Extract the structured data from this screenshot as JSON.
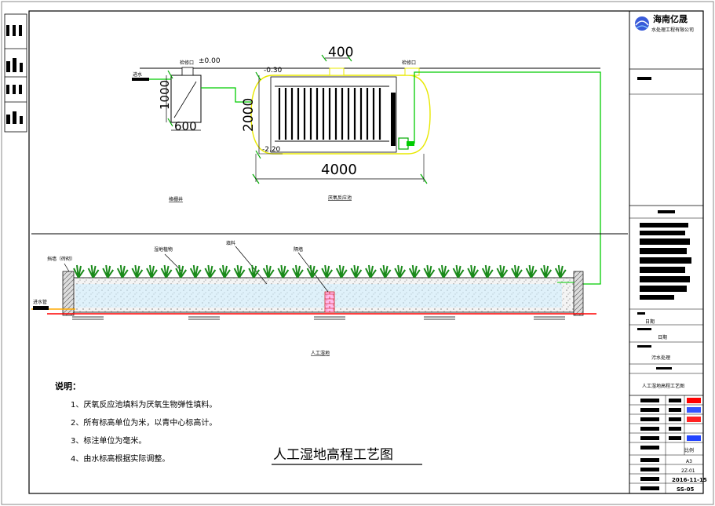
{
  "title_block": {
    "company_name": "海南亿晟",
    "company_sub": "水处理工程有限公司",
    "drawing_name": "人工湿地高程工艺图",
    "date": "2016-11-15",
    "sheet_no": "SS-05",
    "process_label": "污水处理",
    "small_row_1": "日期",
    "small_row_2": "日期",
    "scale_a": "比例",
    "scale_b": "A3",
    "rev_code": "2Z-01"
  },
  "tank_section": {
    "dim_top_opening": "400",
    "dim_tank_length": "4000",
    "dim_tank_height": "2000",
    "dim_well_height": "1000",
    "dim_well_width": "600",
    "elev_zero": "±0.00",
    "elev_tank_top": "-0.30",
    "elev_tank_bottom": "-2.20",
    "label_inlet": "进水",
    "label_manhole_1": "检修口",
    "label_manhole_2": "检修口",
    "caption_well": "格栅井",
    "caption_tank": "厌氧反应池"
  },
  "wetland_section": {
    "label_inlet_pipe": "进水管",
    "label_wall_left": "挡墙（砖砌）",
    "label_plants": "湿地植物",
    "label_filler": "填料",
    "label_wall_mid": "隔墙",
    "caption": "人工湿地"
  },
  "notes": {
    "heading": "说明：",
    "items": [
      "1、厌氧反应池填料为厌氧生物弹性填料。",
      "2、所有标高单位为米，以青中心标高计。",
      "3、标注单位为毫米。",
      "4、由水标高根据实际调整。"
    ]
  },
  "main_title": "人工湿地高程工艺图",
  "colors": {
    "frame": "#000000",
    "pipe_green": "#00cc00",
    "tank_yellow": "#e8e800",
    "water_cyan": "#7fd4ff",
    "base_red": "#ff0000",
    "accent_blue": "#0000ff",
    "accent_magenta": "#ff00ff"
  }
}
